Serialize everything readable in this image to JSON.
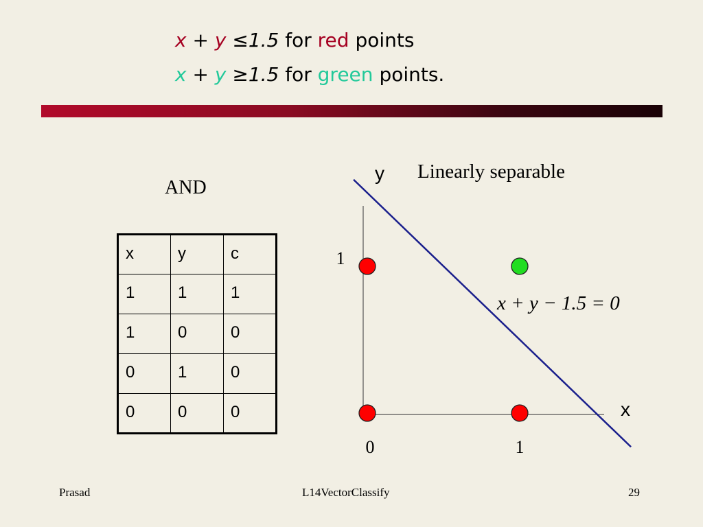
{
  "header": {
    "line1": {
      "x": "x",
      "plus": "+",
      "y": "y",
      "op": "≤",
      "val": "1.5",
      "for": "for",
      "color_word": "red",
      "rest": "points"
    },
    "line2": {
      "x": "x",
      "plus": "+",
      "y": "y",
      "op": "≥",
      "val": "1.5",
      "for": "for",
      "color_word": "green",
      "rest": "points."
    }
  },
  "table": {
    "title": "AND",
    "headers": [
      "x",
      "y",
      "c"
    ],
    "rows": [
      [
        "1",
        "1",
        "1"
      ],
      [
        "1",
        "0",
        "0"
      ],
      [
        "0",
        "1",
        "0"
      ],
      [
        "0",
        "0",
        "0"
      ]
    ]
  },
  "chart_data": {
    "type": "scatter",
    "title": "Linearly separable",
    "xlabel": "x",
    "ylabel": "y",
    "xticks": [
      "0",
      "1"
    ],
    "yticks": [
      "1"
    ],
    "points": [
      {
        "x": 0,
        "y": 1,
        "class": "red"
      },
      {
        "x": 1,
        "y": 1,
        "class": "green"
      },
      {
        "x": 0,
        "y": 0,
        "class": "red"
      },
      {
        "x": 1,
        "y": 0,
        "class": "red"
      }
    ],
    "boundary": {
      "equation": "x + y − 1.5 = 0",
      "color": "#1a1f8c"
    },
    "colors": {
      "red": "#ff0000",
      "green": "#22dd22"
    }
  },
  "footer": {
    "left": "Prasad",
    "center": "L14VectorClassify",
    "right": "29"
  }
}
